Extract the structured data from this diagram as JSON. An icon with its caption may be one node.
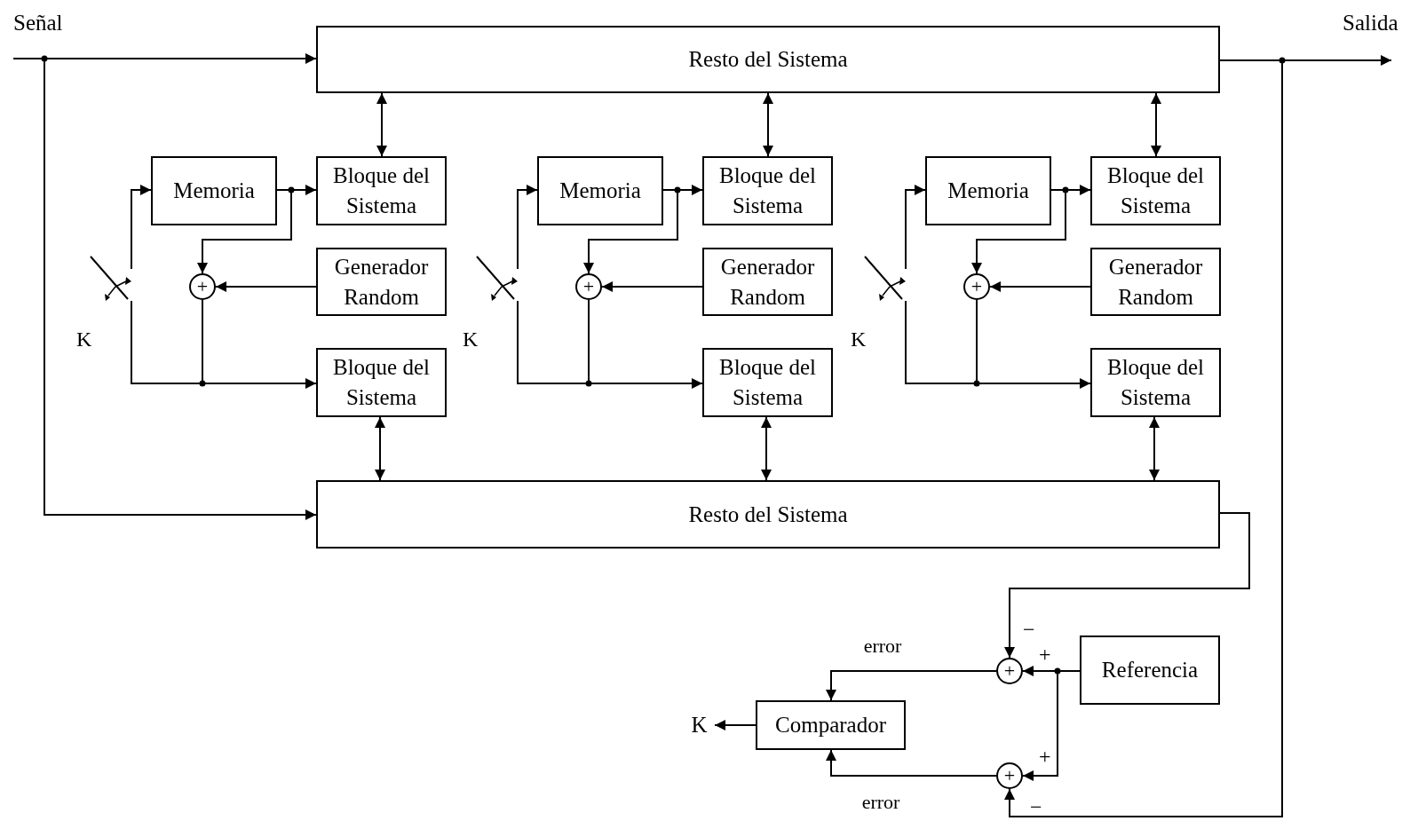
{
  "diagram": {
    "nodes": [
      {
        "text": [
          "Señal"
        ]
      },
      {
        "text": [
          "Resto del Sistema"
        ]
      },
      {
        "text": [
          "Salida"
        ]
      },
      {
        "text": [
          "Memoria"
        ]
      },
      {
        "text": [
          "Bloque del Sistema"
        ]
      },
      {
        "text": [],
        "shape": "switch",
        "beside": [
          "K"
        ]
      },
      {
        "text": [
          "+"
        ]
      },
      {
        "text": [
          "Generador Random"
        ]
      },
      {
        "text": [
          "Bloque del Sistema"
        ]
      },
      {
        "text": [
          "Memoria"
        ]
      },
      {
        "text": [
          "Bloque del Sistema"
        ]
      },
      {
        "text": [],
        "shape": "switch",
        "beside": [
          "K"
        ]
      },
      {
        "text": [
          "+"
        ]
      },
      {
        "text": [
          "Generador Random"
        ]
      },
      {
        "text": [
          "Bloque del Sistema"
        ]
      },
      {
        "text": [
          "Memoria"
        ]
      },
      {
        "text": [
          "Bloque del Sistema"
        ]
      },
      {
        "text": [],
        "shape": "switch",
        "beside": [
          "K"
        ]
      },
      {
        "text": [
          "+"
        ]
      },
      {
        "text": [
          "Generador Random"
        ]
      },
      {
        "text": [
          "Bloque del Sistema"
        ]
      },
      {
        "text": [
          "Resto del Sistema"
        ]
      },
      {
        "text": [
          "+"
        ],
        "beside": [
          "−",
          "+"
        ]
      },
      {
        "text": [
          "Referencia"
        ]
      },
      {
        "text": [
          "K"
        ]
      },
      {
        "text": [
          "Comparador"
        ]
      },
      {
        "text": [
          "+"
        ],
        "beside": [
          "+",
          "−"
        ]
      }
    ],
    "edges": [
      {
        "from": 0,
        "to": 1,
        "arrow": "to"
      },
      {
        "from": 0,
        "to": 21,
        "arrow": "to"
      },
      {
        "from": 1,
        "to": 2,
        "arrow": "to"
      },
      {
        "from": 1,
        "to": 26,
        "arrow": "to"
      },
      {
        "from": 1,
        "to": 4,
        "arrow": "both"
      },
      {
        "from": 8,
        "to": 21,
        "arrow": "both"
      },
      {
        "from": 5,
        "to": 3,
        "arrow": "to"
      },
      {
        "from": 3,
        "to": 4,
        "arrow": "to"
      },
      {
        "from": 3,
        "to": 6,
        "arrow": "to"
      },
      {
        "from": 7,
        "to": 6,
        "arrow": "to"
      },
      {
        "from": 6,
        "to": 8,
        "arrow": "to"
      },
      {
        "from": 6,
        "to": 5,
        "arrow": "none"
      },
      {
        "from": 1,
        "to": 10,
        "arrow": "both"
      },
      {
        "from": 14,
        "to": 21,
        "arrow": "both"
      },
      {
        "from": 11,
        "to": 9,
        "arrow": "to"
      },
      {
        "from": 9,
        "to": 10,
        "arrow": "to"
      },
      {
        "from": 9,
        "to": 12,
        "arrow": "to"
      },
      {
        "from": 13,
        "to": 12,
        "arrow": "to"
      },
      {
        "from": 12,
        "to": 14,
        "arrow": "to"
      },
      {
        "from": 12,
        "to": 11,
        "arrow": "none"
      },
      {
        "from": 1,
        "to": 16,
        "arrow": "both"
      },
      {
        "from": 20,
        "to": 21,
        "arrow": "both"
      },
      {
        "from": 17,
        "to": 15,
        "arrow": "to"
      },
      {
        "from": 15,
        "to": 16,
        "arrow": "to"
      },
      {
        "from": 15,
        "to": 18,
        "arrow": "to"
      },
      {
        "from": 19,
        "to": 18,
        "arrow": "to"
      },
      {
        "from": 18,
        "to": 20,
        "arrow": "to"
      },
      {
        "from": 18,
        "to": 17,
        "arrow": "none"
      },
      {
        "from": 21,
        "to": 22,
        "arrow": "to"
      },
      {
        "from": 23,
        "to": 22,
        "arrow": "to"
      },
      {
        "from": 23,
        "to": 26,
        "arrow": "to"
      },
      {
        "from": 22,
        "to": 25,
        "arrow": "to",
        "label": "error"
      },
      {
        "from": 26,
        "to": 25,
        "arrow": "to",
        "label": "error"
      },
      {
        "from": 25,
        "to": 24,
        "arrow": "to"
      }
    ]
  }
}
